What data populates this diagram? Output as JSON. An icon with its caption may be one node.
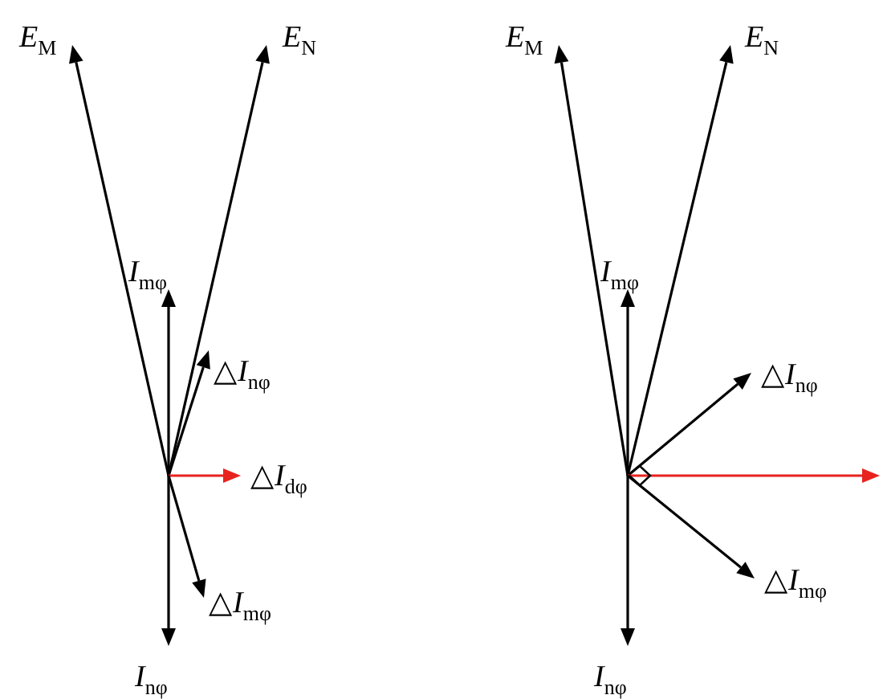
{
  "diagram": {
    "labels": [
      "*E*$_{M}$",
      "*E*$_{N}$",
      "*I*$_{mφ}$",
      "△*I*$_{nφ}$",
      "△*I*$_{dφ}$",
      "△*I*$_{mφ}$",
      "*I*$_{nφ}$",
      "*E*$_{M}$",
      "*E*$_{N}$",
      "*I*$_{mφ}$",
      "△*I*$_{nφ}$",
      "△*I*$_{mφ}$",
      "*I*$_{nφ}$"
    ]
  }
}
